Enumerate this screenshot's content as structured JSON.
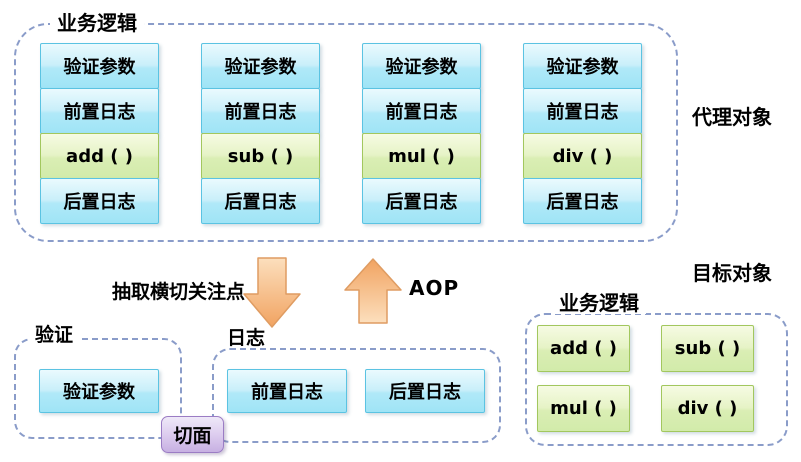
{
  "proxy": {
    "label": "业务逻辑",
    "side_label": "代理对象",
    "columns": [
      {
        "cells": [
          "验证参数",
          "前置日志",
          "add ( )",
          "后置日志"
        ]
      },
      {
        "cells": [
          "验证参数",
          "前置日志",
          "sub ( )",
          "后置日志"
        ]
      },
      {
        "cells": [
          "验证参数",
          "前置日志",
          "mul ( )",
          "后置日志"
        ]
      },
      {
        "cells": [
          "验证参数",
          "前置日志",
          "div ( )",
          "后置日志"
        ]
      }
    ]
  },
  "middle": {
    "extract_label": "抽取横切关注点",
    "aop_label": "AOP",
    "down_arrow_icon": "down-arrow",
    "up_arrow_icon": "up-arrow"
  },
  "aspects": {
    "validation": {
      "label": "验证",
      "items": [
        "验证参数"
      ]
    },
    "log": {
      "label": "日志",
      "items": [
        "前置日志",
        "后置日志"
      ]
    },
    "badge": "切面"
  },
  "target": {
    "heading": "目标对象",
    "label": "业务逻辑",
    "methods": [
      "add ( )",
      "sub ( )",
      "mul ( )",
      "div ( )"
    ]
  },
  "colors": {
    "blue_box_border": "#5bc3e2",
    "green_box_border": "#a2c75e",
    "purple_border": "#9b7cc4",
    "arrow_orange": "#f2a765",
    "dashed_border": "#8a9cc9"
  }
}
